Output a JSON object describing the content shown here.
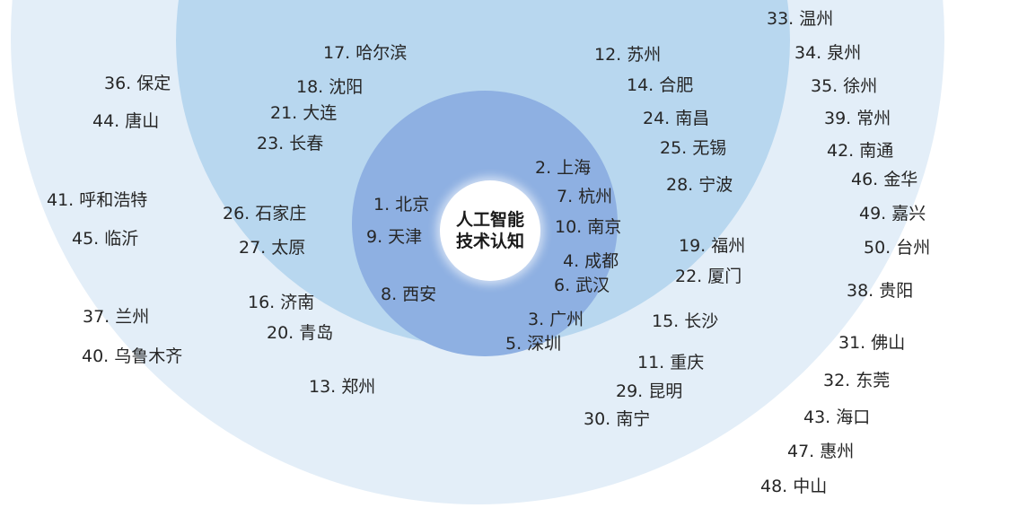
{
  "center_label": "人工智能技术认知",
  "rings": {
    "inner": [
      "1. 北京",
      "2. 上海",
      "3. 广州",
      "4. 成都",
      "5. 深圳",
      "6. 武汉",
      "7. 杭州",
      "8. 西安",
      "9. 天津",
      "10. 南京"
    ],
    "middle": [
      "11. 重庆",
      "12. 苏州",
      "13. 郑州",
      "14. 合肥",
      "15. 长沙",
      "16. 济南",
      "17. 哈尔滨",
      "18. 沈阳",
      "19. 福州",
      "20. 青岛",
      "21. 大连",
      "22. 厦门",
      "23. 长春",
      "24. 南昌",
      "25. 无锡",
      "26. 石家庄",
      "27. 太原",
      "28. 宁波",
      "29. 昆明",
      "30. 南宁"
    ],
    "outer": [
      "31. 佛山",
      "32. 东莞",
      "33. 温州",
      "34. 泉州",
      "35. 徐州",
      "36. 保定",
      "37. 兰州",
      "38. 贵阳",
      "39. 常州",
      "40. 乌鲁木齐",
      "41. 呼和浩特",
      "42. 南通",
      "43. 海口",
      "44. 唐山",
      "45. 临沂",
      "46. 金华",
      "47. 惠州",
      "48. 中山",
      "49. 嘉兴",
      "50. 台州"
    ]
  },
  "colors": {
    "outer": "#e3eef8",
    "middle": "#b8d7ef",
    "inner": "#8eb0e2",
    "center": "#ffffff"
  }
}
